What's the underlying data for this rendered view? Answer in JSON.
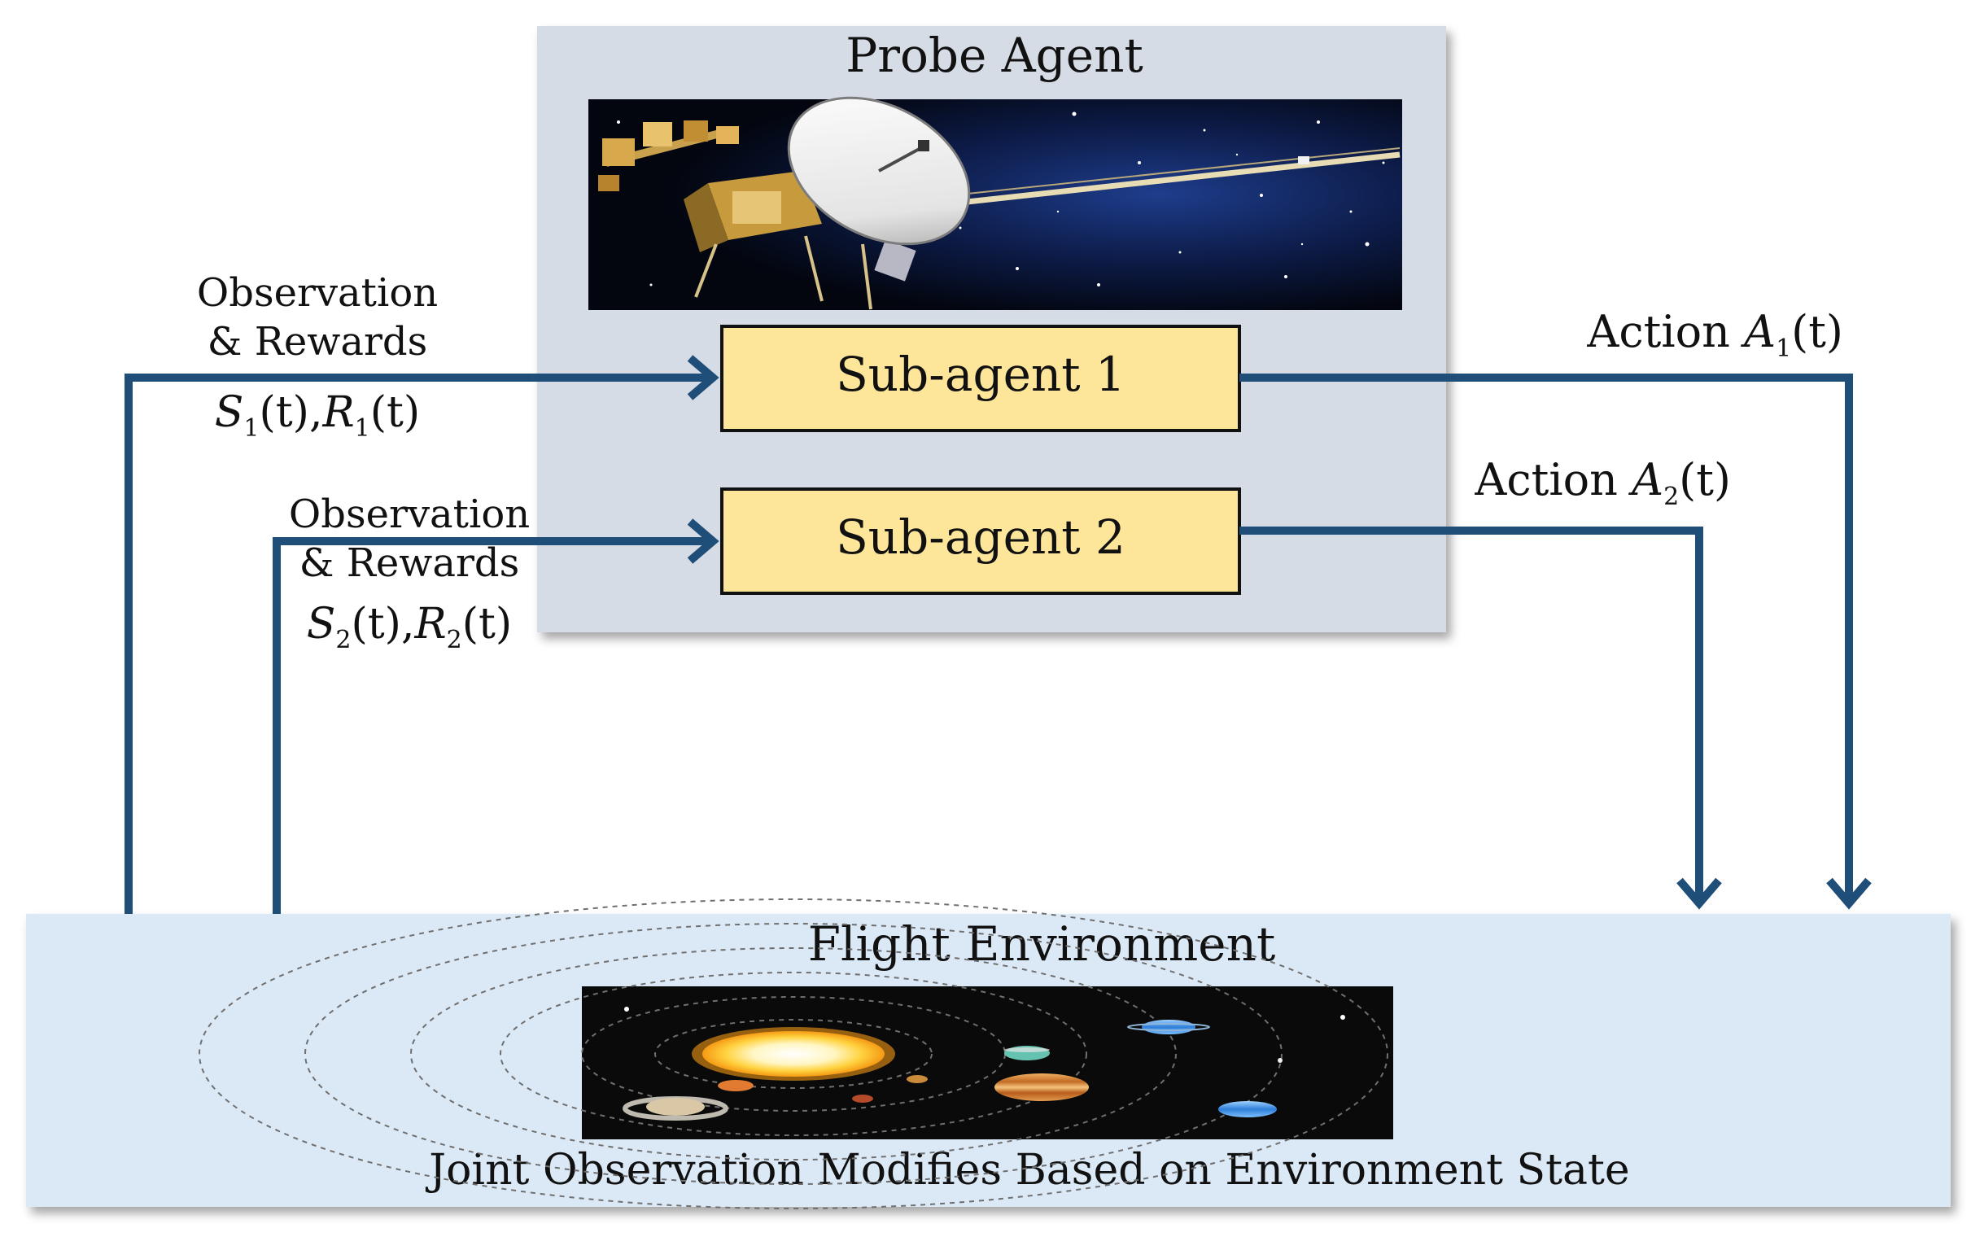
{
  "probe_agent": {
    "title": "Probe Agent"
  },
  "sub_agents": [
    {
      "label": "Sub-agent 1"
    },
    {
      "label": "Sub-agent 2"
    }
  ],
  "observation_1": {
    "line1": "Observation",
    "line2": "& Rewards",
    "s": "S",
    "s_sub": "1",
    "t1": "(t)",
    "comma": ",",
    "r": "R",
    "r_sub": "1",
    "t2": "(t)"
  },
  "observation_2": {
    "line1": "Observation",
    "line2": "& Rewards",
    "s": "S",
    "s_sub": "2",
    "t1": "(t)",
    "comma": ",",
    "r": "R",
    "r_sub": "2",
    "t2": "(t)"
  },
  "action_1": {
    "word": "Action",
    "a": "A",
    "a_sub": "1",
    "t": "(t)"
  },
  "action_2": {
    "word": "Action",
    "a": "A",
    "a_sub": "2",
    "t": "(t)"
  },
  "flight_environment": {
    "title": "Flight Environment",
    "caption": "Joint Observation Modifies Based on Environment State"
  },
  "colors": {
    "arrow": "#1f4e79",
    "agent_box": "#d6dce5",
    "subagent_fill": "#fde599",
    "environment_box": "#dbe8f6"
  }
}
